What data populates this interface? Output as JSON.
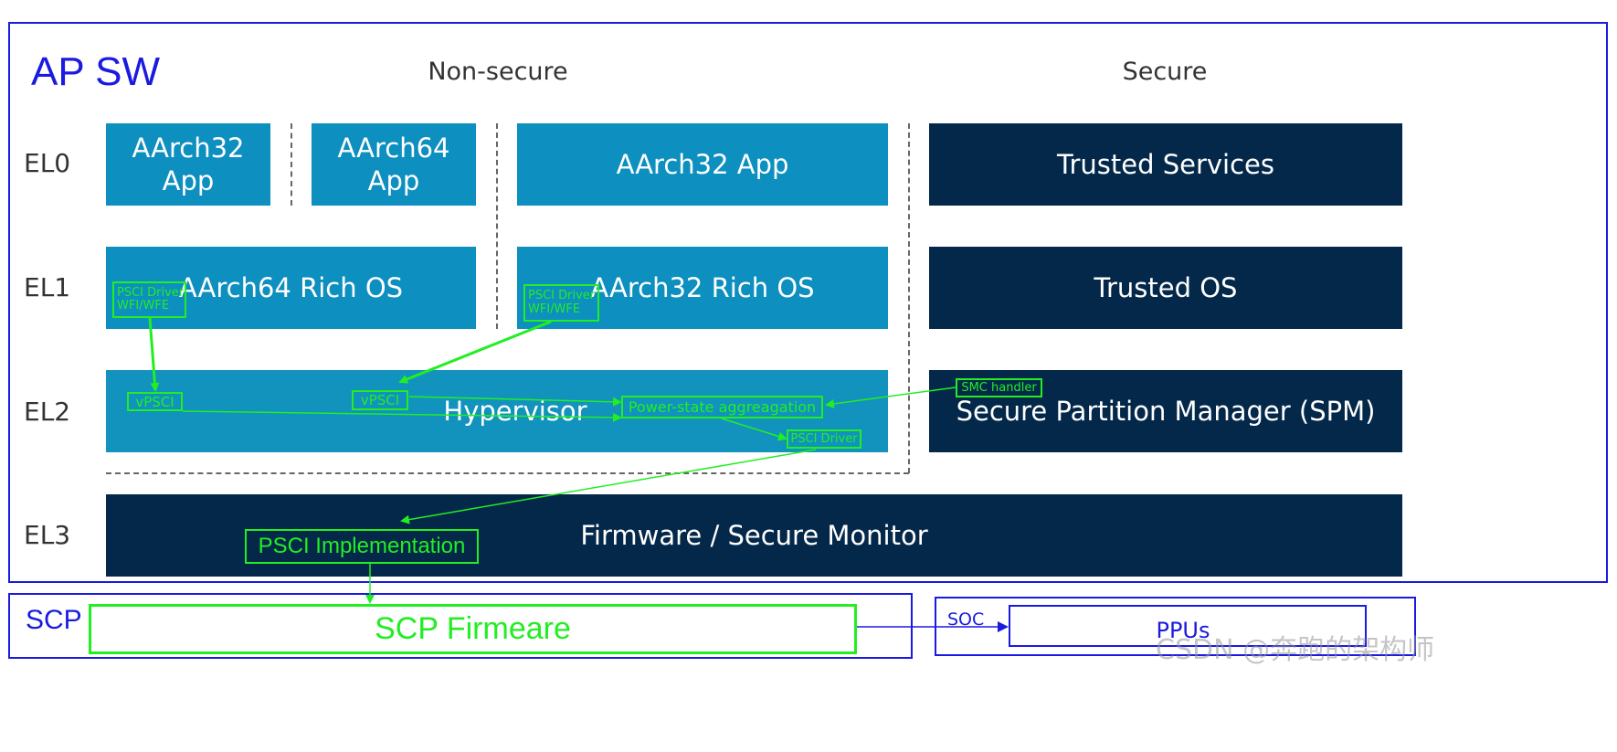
{
  "ap": {
    "title": "AP SW",
    "non_secure_label": "Non-secure",
    "secure_label": "Secure"
  },
  "levels": {
    "el0": "EL0",
    "el1": "EL1",
    "el2": "EL2",
    "el3": "EL3"
  },
  "el0": {
    "aarch32_app_a": "AArch32\nApp",
    "aarch64_app": "AArch64\nApp",
    "aarch32_app_b": "AArch32 App",
    "trusted_services": "Trusted Services"
  },
  "el1": {
    "aarch64_rich_os": "AArch64 Rich OS",
    "aarch32_rich_os": "AArch32 Rich OS",
    "trusted_os": "Trusted OS",
    "psci_driver_line1": "PSCI Driver",
    "psci_driver_line2": "WFI/WFE"
  },
  "el2": {
    "hypervisor": "Hypervisor",
    "spm": "Secure Partition Manager (SPM)",
    "vpsci": "vPSCI",
    "power_state": "Power-state aggreagation",
    "psci_driver": "PSCI Driver",
    "smc_handler": "SMC handler"
  },
  "el3": {
    "firmware": "Firmware / Secure Monitor",
    "psci_impl": "PSCI Implementation"
  },
  "scp": {
    "title": "SCP",
    "firmware": "SCP Firmeare"
  },
  "soc": {
    "label": "SOC",
    "ppus": "PPUs"
  },
  "watermark": "CSDN @奔跑的架构师",
  "colors": {
    "frame_blue": "#1a1ae0",
    "light_blue": "#0d8fbf",
    "dark_navy": "#04284a",
    "psci_green": "#22ee22"
  }
}
